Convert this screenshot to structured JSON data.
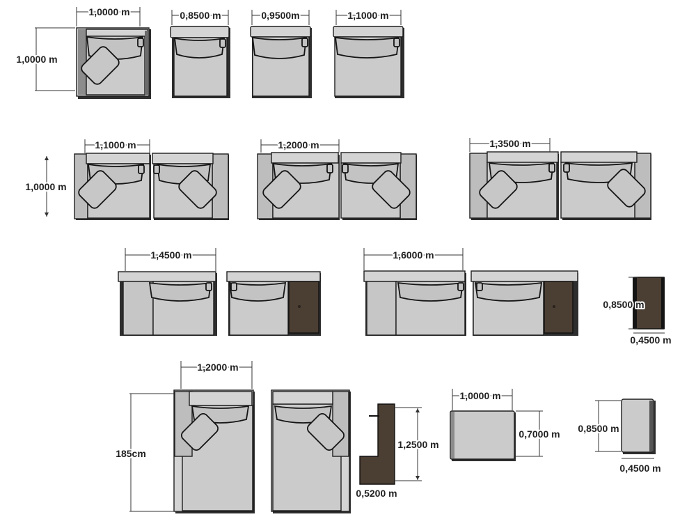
{
  "row1": {
    "corner_width": "1,0000 m",
    "corner_depth": "1,0000 m",
    "armless_a_width": "0,8500 m",
    "armless_b_width": "0,9500m",
    "armless_c_width": "1,1000 m"
  },
  "row2": {
    "depth": "1,0000 m",
    "pair_a_width": "1,1000 m",
    "pair_b_width": "1,2000 m",
    "pair_c_width": "1,3500 m"
  },
  "row3": {
    "group_a_width": "1,4500 m",
    "group_b_width": "1,6000 m",
    "side_table_depth": "0,8500 m",
    "side_table_width": "0,4500 m"
  },
  "row4": {
    "chaise_width": "1,2000 m",
    "chaise_length": "185cm",
    "back_panel_height": "1,2500 m",
    "back_panel_width": "0,5200 m",
    "ottoman_width": "1,0000 m",
    "ottoman_depth": "0,7000 m",
    "pouf_depth": "0,8500 m",
    "pouf_width": "0,4500 m"
  },
  "colors": {
    "upholstery": "#cbcbcb",
    "outline": "#1f1f1f",
    "wood": "#4b3e33",
    "background": "#ffffff"
  }
}
